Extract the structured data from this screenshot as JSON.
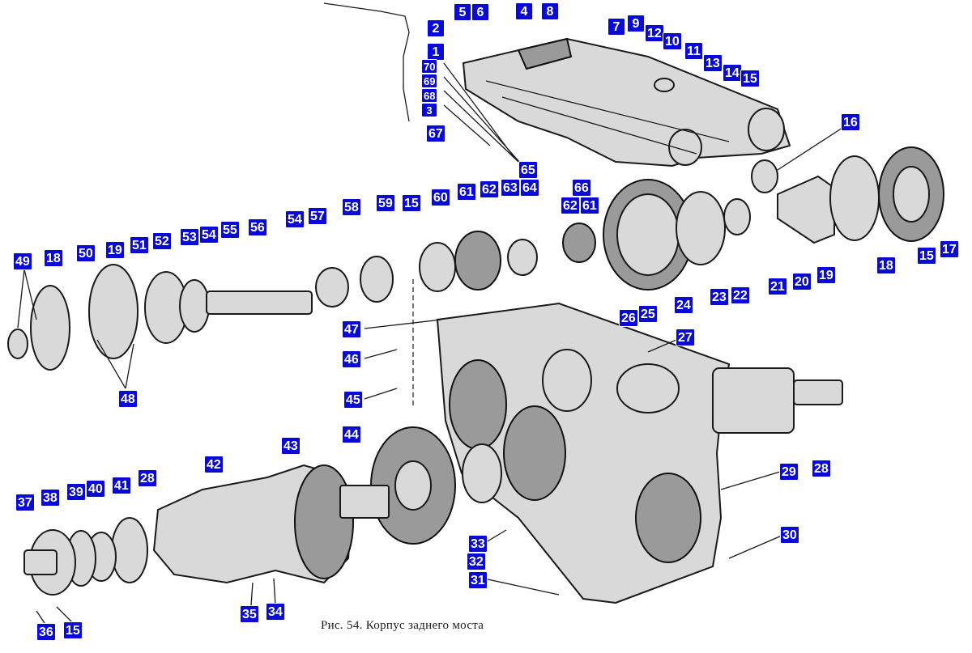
{
  "caption": "Рис. 54. Корпус заднего моста",
  "labels": [
    "1",
    "2",
    "3",
    "4",
    "5",
    "6",
    "7",
    "8",
    "9",
    "10",
    "11",
    "12",
    "13",
    "14",
    "15",
    "16",
    "17",
    "18",
    "19",
    "20",
    "21",
    "22",
    "23",
    "24",
    "25",
    "26",
    "27",
    "28",
    "29",
    "30",
    "31",
    "32",
    "33",
    "34",
    "35",
    "36",
    "37",
    "38",
    "39",
    "40",
    "41",
    "42",
    "43",
    "44",
    "45",
    "46",
    "47",
    "48",
    "49",
    "50",
    "51",
    "52",
    "53",
    "54",
    "55",
    "56",
    "57",
    "58",
    "59",
    "60",
    "61",
    "62",
    "63",
    "64",
    "65",
    "66",
    "67",
    "68",
    "69",
    "70"
  ],
  "tags": [
    {
      "t": "5"
    },
    {
      "t": "6"
    },
    {
      "t": "4"
    },
    {
      "t": "8"
    },
    {
      "t": "7"
    },
    {
      "t": "9"
    },
    {
      "t": "12"
    },
    {
      "t": "10"
    },
    {
      "t": "11"
    },
    {
      "t": "13"
    },
    {
      "t": "14"
    },
    {
      "t": "15"
    },
    {
      "t": "2"
    },
    {
      "t": "1"
    },
    {
      "t": "70"
    },
    {
      "t": "69"
    },
    {
      "t": "68"
    },
    {
      "t": "3"
    },
    {
      "t": "67"
    },
    {
      "t": "16"
    },
    {
      "t": "65"
    },
    {
      "t": "66"
    },
    {
      "t": "63"
    },
    {
      "t": "64"
    },
    {
      "t": "62"
    },
    {
      "t": "61"
    },
    {
      "t": "49"
    },
    {
      "t": "18"
    },
    {
      "t": "50"
    },
    {
      "t": "19"
    },
    {
      "t": "51"
    },
    {
      "t": "52"
    },
    {
      "t": "53"
    },
    {
      "t": "54"
    },
    {
      "t": "55"
    },
    {
      "t": "56"
    },
    {
      "t": "54"
    },
    {
      "t": "57"
    },
    {
      "t": "58"
    },
    {
      "t": "59"
    },
    {
      "t": "15"
    },
    {
      "t": "60"
    },
    {
      "t": "61"
    },
    {
      "t": "62"
    },
    {
      "t": "21"
    },
    {
      "t": "20"
    },
    {
      "t": "19"
    },
    {
      "t": "18"
    },
    {
      "t": "15"
    },
    {
      "t": "17"
    },
    {
      "t": "23"
    },
    {
      "t": "22"
    },
    {
      "t": "24"
    },
    {
      "t": "26"
    },
    {
      "t": "25"
    },
    {
      "t": "47"
    },
    {
      "t": "46"
    },
    {
      "t": "45"
    },
    {
      "t": "48"
    },
    {
      "t": "27"
    },
    {
      "t": "44"
    },
    {
      "t": "43"
    },
    {
      "t": "42"
    },
    {
      "t": "28"
    },
    {
      "t": "29"
    },
    {
      "t": "28"
    },
    {
      "t": "37"
    },
    {
      "t": "38"
    },
    {
      "t": "39"
    },
    {
      "t": "40"
    },
    {
      "t": "41"
    },
    {
      "t": "33"
    },
    {
      "t": "32"
    },
    {
      "t": "31"
    },
    {
      "t": "30"
    },
    {
      "t": "35"
    },
    {
      "t": "34"
    },
    {
      "t": "36"
    },
    {
      "t": "15"
    }
  ],
  "colors": {
    "tag_bg": "#0a0ad6",
    "tag_fg": "#ffffff",
    "line": "#1a1a1a"
  }
}
